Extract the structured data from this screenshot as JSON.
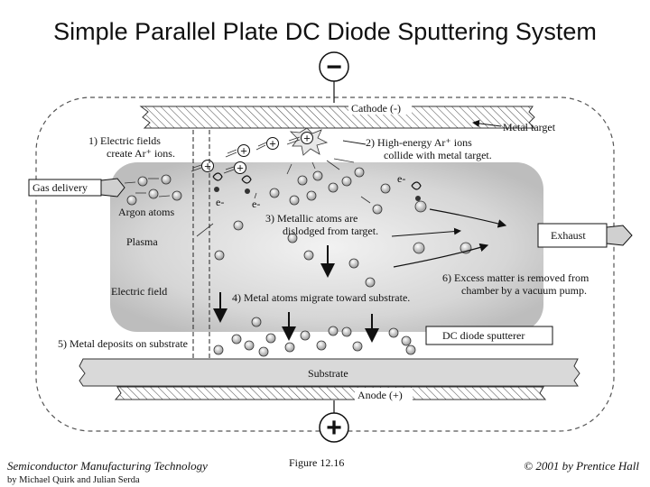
{
  "title": "Simple Parallel Plate DC Diode Sputtering System",
  "electrodes": {
    "cathode": "Cathode (-)",
    "anode": "Anode (+)",
    "substrate": "Substrate",
    "metal_target": "Metal target",
    "cathode_symbol": "−",
    "anode_symbol": "+"
  },
  "ports": {
    "gas_delivery": "Gas delivery",
    "exhaust": "Exhaust"
  },
  "labels": {
    "argon_atoms": "Argon atoms",
    "plasma": "Plasma",
    "electric_field": "Electric field",
    "electron": "e-",
    "system_name": "DC diode sputterer"
  },
  "steps": {
    "step1_line1": "1)  Electric fields",
    "step1_line2": "create Ar⁺ ions.",
    "step2_line1": "2)  High-energy Ar⁺ ions",
    "step2_line2": "collide with metal target.",
    "step3_line1": "3)  Metallic atoms are",
    "step3_line2": "dislodged from target.",
    "step4": "4)  Metal atoms migrate toward substrate.",
    "step5": "5)  Metal deposits on substrate",
    "step6_line1": "6)  Excess matter is removed from",
    "step6_line2": "chamber by a vacuum pump."
  },
  "ion_symbol": "+",
  "footer": {
    "book": "Semiconductor Manufacturing Technology",
    "authors": "by Michael Quirk and Julian Serda",
    "figure": "Figure 12.16",
    "copyright": "© 2001 by Prentice Hall"
  }
}
